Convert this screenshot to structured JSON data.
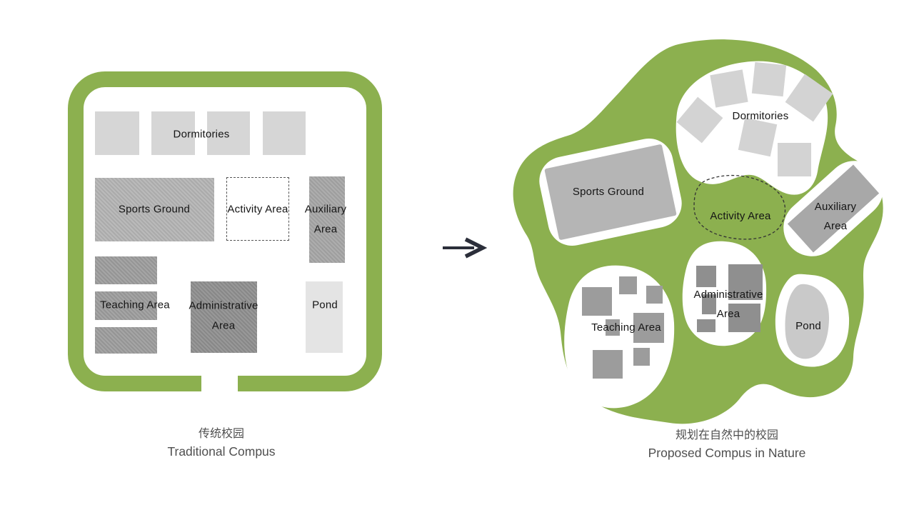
{
  "labels": {
    "dormitories": "Dormitories",
    "sports_ground": "Sports Ground",
    "activity_area": "Activity Area",
    "auxiliary_line1": "Auxiliary",
    "auxiliary_line2": "Area",
    "teaching_area": "Teaching Area",
    "administrative_line1": "Administrative",
    "administrative_line2": "Area",
    "pond": "Pond"
  },
  "captions": {
    "left_zh": "传统校园",
    "left_en": "Traditional Compus",
    "right_zh": "规划在自然中的校园",
    "right_en": "Proposed Compus in Nature"
  },
  "icons": {
    "transform_arrow": "right-arrow"
  },
  "colors": {
    "campus_green": "#8cb04f",
    "block_light_gray": "#d6d6d6",
    "block_medium_gray": "#b2b2b2",
    "block_dark_gray": "#8d8d8d",
    "pond_light": "#e4e4e4",
    "pond_gray": "#c9c9c9",
    "label_text": "#151515",
    "caption_text": "#4f4f4f",
    "arrow": "#2b2e3a"
  }
}
